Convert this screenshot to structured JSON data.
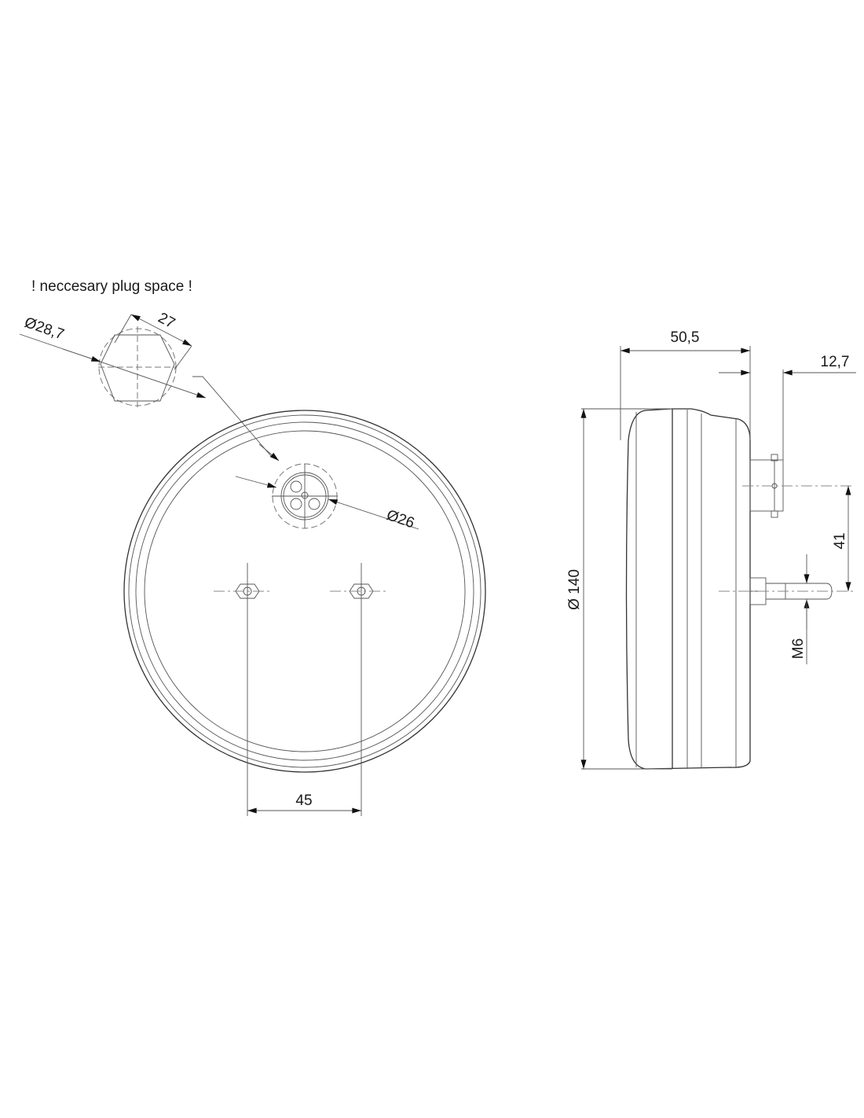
{
  "note": "! neccesary plug space !",
  "dimensions": {
    "hex_across_corners": "Ø28,7",
    "hex_across_flats": "27",
    "plug_diameter": "Ø26",
    "bolt_spacing": "45",
    "depth": "50,5",
    "plug_depth": "12,7",
    "diameter": "Ø 140",
    "plug_to_stud": "41",
    "thread": "M6"
  },
  "colors": {
    "line": "#333333",
    "background": "#ffffff"
  }
}
